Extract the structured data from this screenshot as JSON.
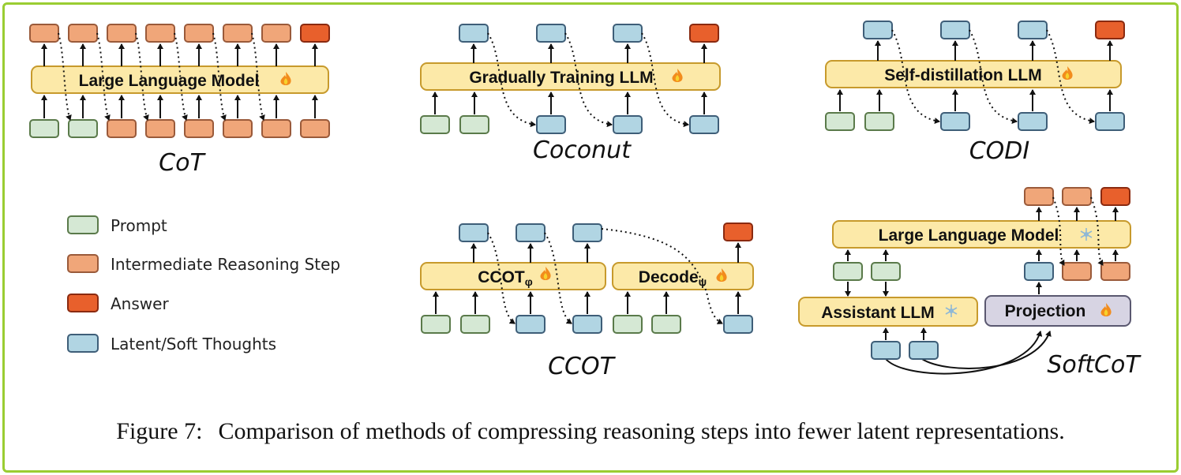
{
  "methods": {
    "cot": {
      "label": "CoT",
      "model": "Large Language Model",
      "model_icon": "fire-icon"
    },
    "coconut": {
      "label": "Coconut",
      "model": "Gradually Training LLM",
      "model_icon": "fire-icon"
    },
    "codi": {
      "label": "CODI",
      "model": "Self-distillation LLM",
      "model_icon": "fire-icon"
    },
    "ccot": {
      "label": "CCOT",
      "model_a": "CCOT",
      "model_a_sub": "φ",
      "model_b": "Decode",
      "model_b_sub": "ψ",
      "model_icon": "fire-icon"
    },
    "softcot": {
      "label": "SoftCoT",
      "model": "Large Language Model",
      "model_icon": "snowflake-icon",
      "assistant": "Assistant LLM",
      "assistant_icon": "snowflake-icon",
      "projection": "Projection",
      "projection_icon": "fire-icon"
    }
  },
  "legend": [
    {
      "label": "Prompt",
      "color": "#d5e8d4"
    },
    {
      "label": "Intermediate Reasoning Step",
      "color": "#f0a679"
    },
    {
      "label": "Answer",
      "color": "#e8602c"
    },
    {
      "label": "Latent/Soft Thoughts",
      "color": "#b1d5e3"
    }
  ],
  "colors": {
    "prompt": "#d5e8d4",
    "prompt_border": "#5a7a4a",
    "step": "#f0a679",
    "step_border": "#9a5a3a",
    "answer": "#e8602c",
    "answer_border": "#8a2a10",
    "latent": "#b1d5e3",
    "latent_border": "#3e5e78",
    "model_fill": "#fce9a8",
    "model_border": "#c79a2c",
    "projection_fill": "#d7d4e3",
    "projection_border": "#5a5870",
    "frame": "#9ACD32"
  },
  "caption": {
    "number": "Figure 7:",
    "text": "Comparison of methods of compressing reasoning steps into fewer latent representations."
  }
}
